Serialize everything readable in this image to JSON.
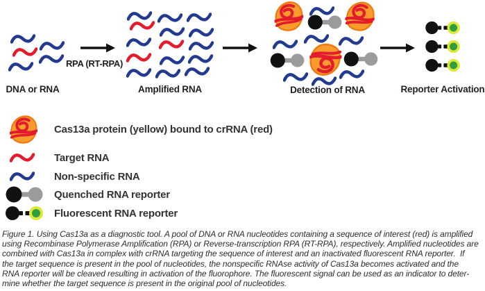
{
  "colors": {
    "rna-blue": "#223A8F",
    "rna-red": "#E31B2C",
    "cas-orange": "#F99B2D",
    "cas-orange-edge": "#EF7B10",
    "reporter-black": "#111111",
    "reporter-gray": "#9B9B9B",
    "fluor-green": "#2F9E41",
    "fluor-ring": "#DDE838",
    "arrow-black": "#111111",
    "label-dark": "#231F20",
    "caption-gray": "#2B2B2B"
  },
  "pipeline": {
    "stages": [
      {
        "label": "DNA or RNA"
      },
      {
        "label": "Amplified RNA"
      },
      {
        "label": "Detection of RNA"
      },
      {
        "label": "Reporter Activation"
      }
    ],
    "arrow1_label": "RPA (RT-RPA)"
  },
  "legend": {
    "items": [
      {
        "icon": "cas13a-protein-icon",
        "label": "Cas13a protein (yellow) bound to crRNA (red)"
      },
      {
        "icon": "target-rna-icon",
        "label": "Target RNA"
      },
      {
        "icon": "nonspecific-rna-icon",
        "label": "Non-specific RNA"
      },
      {
        "icon": "quenched-reporter-icon",
        "label": "Quenched RNA reporter"
      },
      {
        "icon": "fluorescent-reporter-icon",
        "label": "Fluorescent RNA reporter"
      }
    ]
  },
  "caption": {
    "lines": [
      "Figure 1. Using Cas13a as a diagnostic tool. A pool of DNA or RNA nucleotides containing a sequence of interest (red) is amplified",
      "using Recombinase Polymerase Amplification (RPA) or Reverse-transcription RPA (RT-RPA), respectively. Amplified nucleotides are",
      "combined with Cas13a in complex with crRNA targeting the sequence of interest and an inactivated fluorescent RNA reporter.  If",
      "the target sequence is present in the pool of nucleotides, the nonspecific RNAse activity of Cas13a becomes activated and the",
      "RNA reporter will be cleaved resulting in activation of the fluorophore. The fluorescent signal can be used as an indicator to deter-",
      "mine whether the target sequence is present in the original pool of nucleotides."
    ]
  }
}
